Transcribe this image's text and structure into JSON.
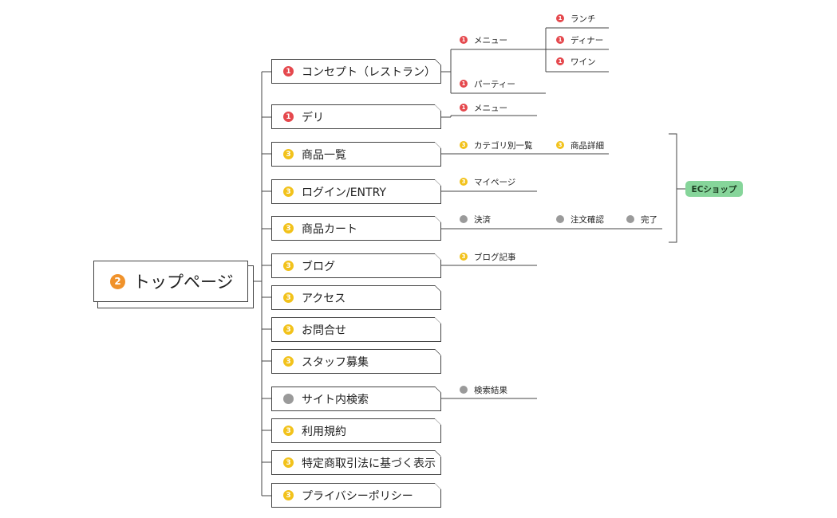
{
  "root": {
    "label": "トップページ",
    "badge": "2"
  },
  "nodes": [
    {
      "label": "コンセプト（レストラン）",
      "badge": "1"
    },
    {
      "label": "デリ",
      "badge": "1"
    },
    {
      "label": "商品一覧",
      "badge": "3"
    },
    {
      "label": "ログイン/ENTRY",
      "badge": "3"
    },
    {
      "label": "商品カート",
      "badge": "3"
    },
    {
      "label": "ブログ",
      "badge": "3"
    },
    {
      "label": "アクセス",
      "badge": "3"
    },
    {
      "label": "お問合せ",
      "badge": "3"
    },
    {
      "label": "スタッフ募集",
      "badge": "3"
    },
    {
      "label": "サイト内検索",
      "badge": ""
    },
    {
      "label": "利用規約",
      "badge": "3"
    },
    {
      "label": "特定商取引法に基づく表示",
      "badge": "3"
    },
    {
      "label": "プライバシーポリシー",
      "badge": "3"
    }
  ],
  "leaves": {
    "concept_menu": {
      "label": "メニュー",
      "badge": "1"
    },
    "concept_party": {
      "label": "パーティー",
      "badge": "1"
    },
    "menu_lunch": {
      "label": "ランチ",
      "badge": "1"
    },
    "menu_dinner": {
      "label": "ディナー",
      "badge": "1"
    },
    "menu_wine": {
      "label": "ワイン",
      "badge": "1"
    },
    "deli_menu": {
      "label": "メニュー",
      "badge": "1"
    },
    "category_list": {
      "label": "カテゴリ別一覧",
      "badge": "3"
    },
    "product_detail": {
      "label": "商品詳細",
      "badge": "3"
    },
    "mypage": {
      "label": "マイページ",
      "badge": "3"
    },
    "payment": {
      "label": "決済",
      "badge": ""
    },
    "order_confirm": {
      "label": "注文確認",
      "badge": ""
    },
    "complete": {
      "label": "完了",
      "badge": ""
    },
    "blog_article": {
      "label": "ブログ記事",
      "badge": "3"
    },
    "search_results": {
      "label": "検索結果",
      "badge": ""
    }
  },
  "ec_shop": {
    "label": "ECショップ"
  },
  "colors": {
    "red": "#e5484d",
    "yellow": "#f2c21b",
    "orange": "#f0922b",
    "gray": "#9a9a9a",
    "green": "#86d59a",
    "line": "#444444"
  }
}
